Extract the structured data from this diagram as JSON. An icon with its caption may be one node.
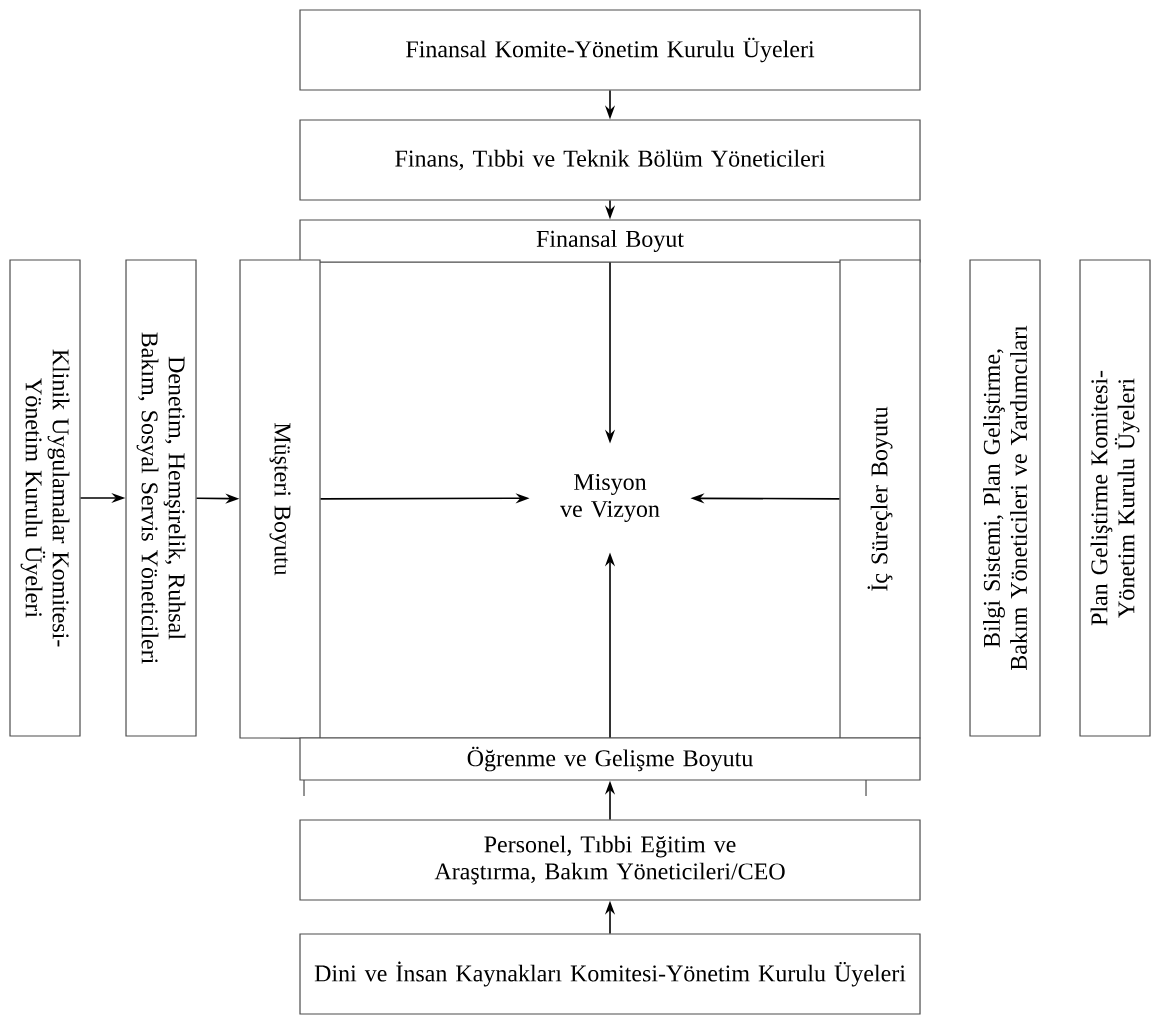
{
  "diagram": {
    "nodes": [
      {
        "text": [
          "Finansal Komite-Yönetim Kurulu Üyeleri"
        ]
      },
      {
        "text": [
          "Finans, Tıbbi ve Teknik Bölüm Yöneticileri"
        ]
      },
      {
        "text": [
          "Finansal Boyut"
        ]
      },
      {
        "text": [
          "Klinik Uygulamalar Komitesi-Yönetim Kurulu Üyeleri"
        ]
      },
      {
        "text": [
          "Denetim, Hemşirelik, Ruhsal Bakım, Sosyal Servis Yöneticileri"
        ]
      },
      {
        "text": [
          "Müşteri Boyutu"
        ]
      },
      {
        "text": [
          "Misyon ve Vizyon"
        ]
      },
      {
        "text": [
          "İç Süreçler Boyutu"
        ]
      },
      {
        "text": [
          "Bilgi Sistemi, Plan Geliştirme, Bakım Yöneticileri ve Yardımcıları"
        ]
      },
      {
        "text": [
          "Plan Geliştirme Komitesi-Yönetim Kurulu Üyeleri"
        ]
      },
      {
        "text": [
          "Öğrenme ve Gelişme Boyutu"
        ]
      },
      {
        "text": [
          "Personel, Tıbbi Eğitim ve Araştırma, Bakım Yöneticileri/CEO"
        ]
      },
      {
        "text": [
          "Dini ve İnsan Kaynakları Komitesi-Yönetim Kurulu Üyeleri"
        ]
      }
    ],
    "edges": [
      {
        "from": 0,
        "to": 1,
        "arrow": "to"
      },
      {
        "from": 1,
        "to": 2,
        "arrow": "to"
      },
      {
        "from": 2,
        "to": 6,
        "arrow": "to"
      },
      {
        "from": 3,
        "to": 4,
        "arrow": "to"
      },
      {
        "from": 4,
        "to": 5,
        "arrow": "to"
      },
      {
        "from": 5,
        "to": 6,
        "arrow": "to"
      },
      {
        "from": 7,
        "to": 6,
        "arrow": "to"
      },
      {
        "from": 10,
        "to": 6,
        "arrow": "to"
      },
      {
        "from": 11,
        "to": 10,
        "arrow": "to"
      },
      {
        "from": 12,
        "to": 11,
        "arrow": "to"
      }
    ]
  }
}
